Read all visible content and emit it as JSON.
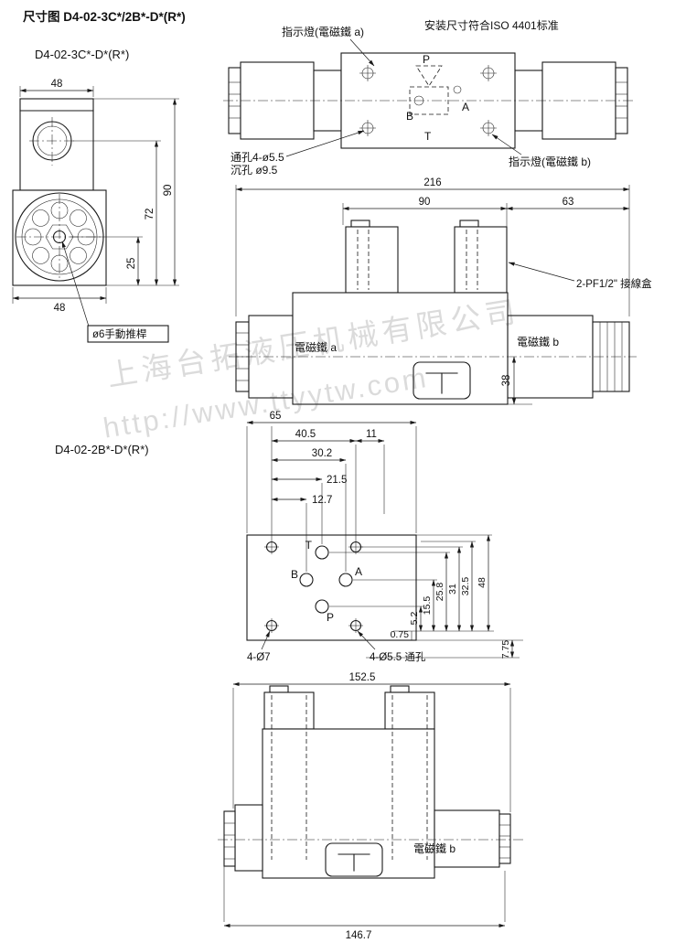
{
  "header": {
    "title": "尺寸图 D4-02-3C*/2B*-D*(R*)",
    "iso_note": "安装尺寸符合ISO 4401标准"
  },
  "watermark": {
    "company": "上海台拓液压机械有限公司",
    "url": "http://www.ttyytw.com"
  },
  "variant_3c": {
    "model_label": "D4-02-3C*-D*(R*)",
    "top_view": {
      "indicator_a_label": "指示燈(電磁鐵 a)",
      "indicator_b_label": "指示燈(電磁鐵 b)",
      "hole_note_line1": "通孔4-ø5.5",
      "hole_note_line2": "沉孔 ø9.5",
      "port_p": "P",
      "port_a": "A",
      "port_b": "B",
      "port_t": "T"
    },
    "front_view": {
      "dim_width_top": "48",
      "dim_height_total": "90",
      "dim_height_port": "72",
      "dim_height_axis": "25",
      "dim_width_bottom": "48",
      "manual_rod_label": "ø6手動推桿"
    },
    "side_view": {
      "dim_total_length": "216",
      "dim_body_length": "90",
      "dim_solenoid_length": "63",
      "dim_height_38": "38",
      "solenoid_a_label": "電磁鐵 a",
      "solenoid_b_label": "電磁鐵 b",
      "junction_box_label": "2-PF1/2\" 接線盒"
    }
  },
  "variant_2b": {
    "model_label": "D4-02-2B*-D*(R*)",
    "mounting_view": {
      "dim_65": "65",
      "dim_40_5": "40.5",
      "dim_11": "11",
      "dim_30_2": "30.2",
      "dim_21_5": "21.5",
      "dim_12_7": "12.7",
      "dim_5_2": "5.2",
      "dim_15_5": "15.5",
      "dim_25_8": "25.8",
      "dim_31": "31",
      "dim_32_5": "32.5",
      "dim_48": "48",
      "dim_0_75": "0.75",
      "dim_7_75": "7.75",
      "port_t": "T",
      "port_b": "B",
      "port_a": "A",
      "port_p": "P",
      "mount_holes_label": "4-Ø7",
      "through_holes_label": "4-Ø5.5 通孔"
    },
    "side_view": {
      "dim_total_length": "152.5",
      "dim_body_length": "146.7",
      "solenoid_b_label": "電磁鐵 b"
    }
  }
}
